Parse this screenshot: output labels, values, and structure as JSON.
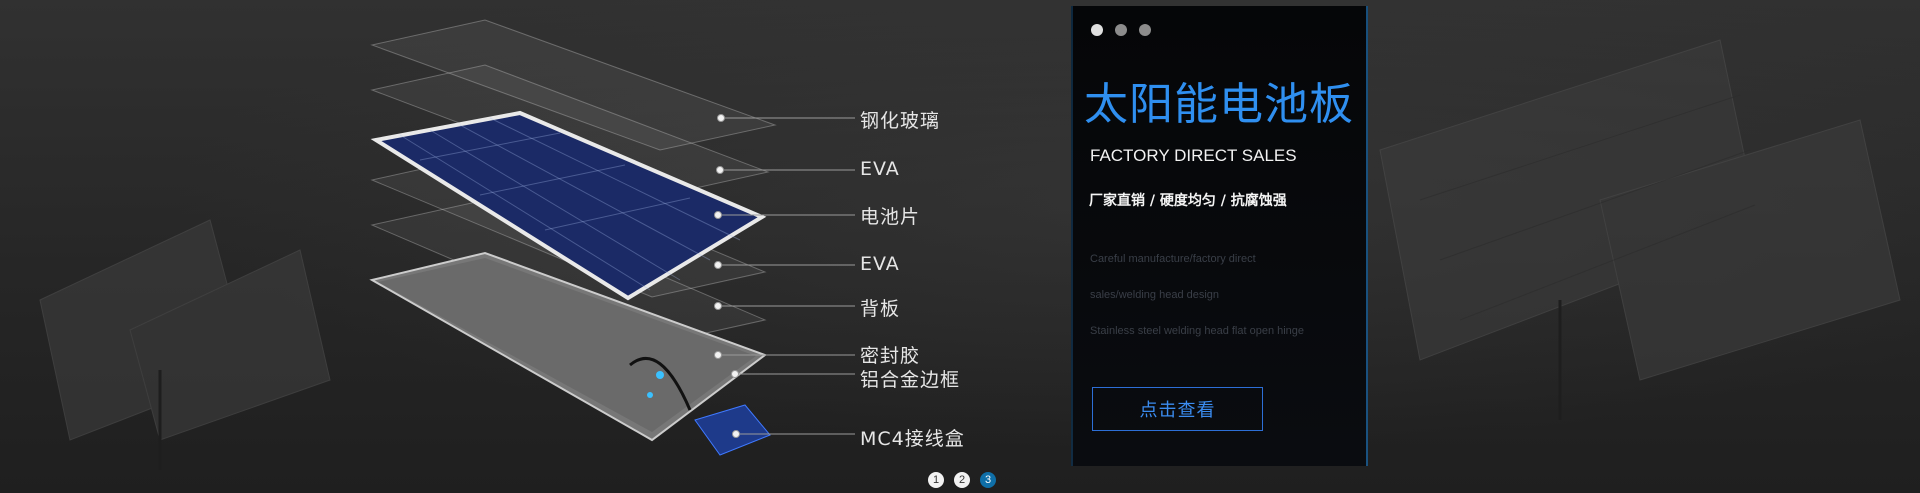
{
  "colors": {
    "accent": "#2f8ff0",
    "button_border": "#2d6fd6",
    "pager_active": "#0f6fa8",
    "card_bg": "#050608"
  },
  "diagram": {
    "layers": [
      {
        "label": "钢化玻璃"
      },
      {
        "label": "EVA"
      },
      {
        "label": "电池片"
      },
      {
        "label": "EVA"
      },
      {
        "label": "背板"
      },
      {
        "label": "密封胶"
      },
      {
        "label": "铝合金边框"
      },
      {
        "label": "MC4接线盒"
      }
    ]
  },
  "card": {
    "dots": [
      true,
      false,
      false
    ],
    "title": "太阳能电池板",
    "subtitle": "FACTORY DIRECT SALES",
    "features": "厂家直销 / 硬度均匀 / 抗腐蚀强",
    "description": [
      "Careful manufacture/factory direct",
      "sales/welding head design",
      "Stainless steel welding head flat open hinge"
    ],
    "button_label": "点击查看"
  },
  "pager": {
    "pages": [
      "1",
      "2",
      "3"
    ],
    "active_index": 2
  }
}
